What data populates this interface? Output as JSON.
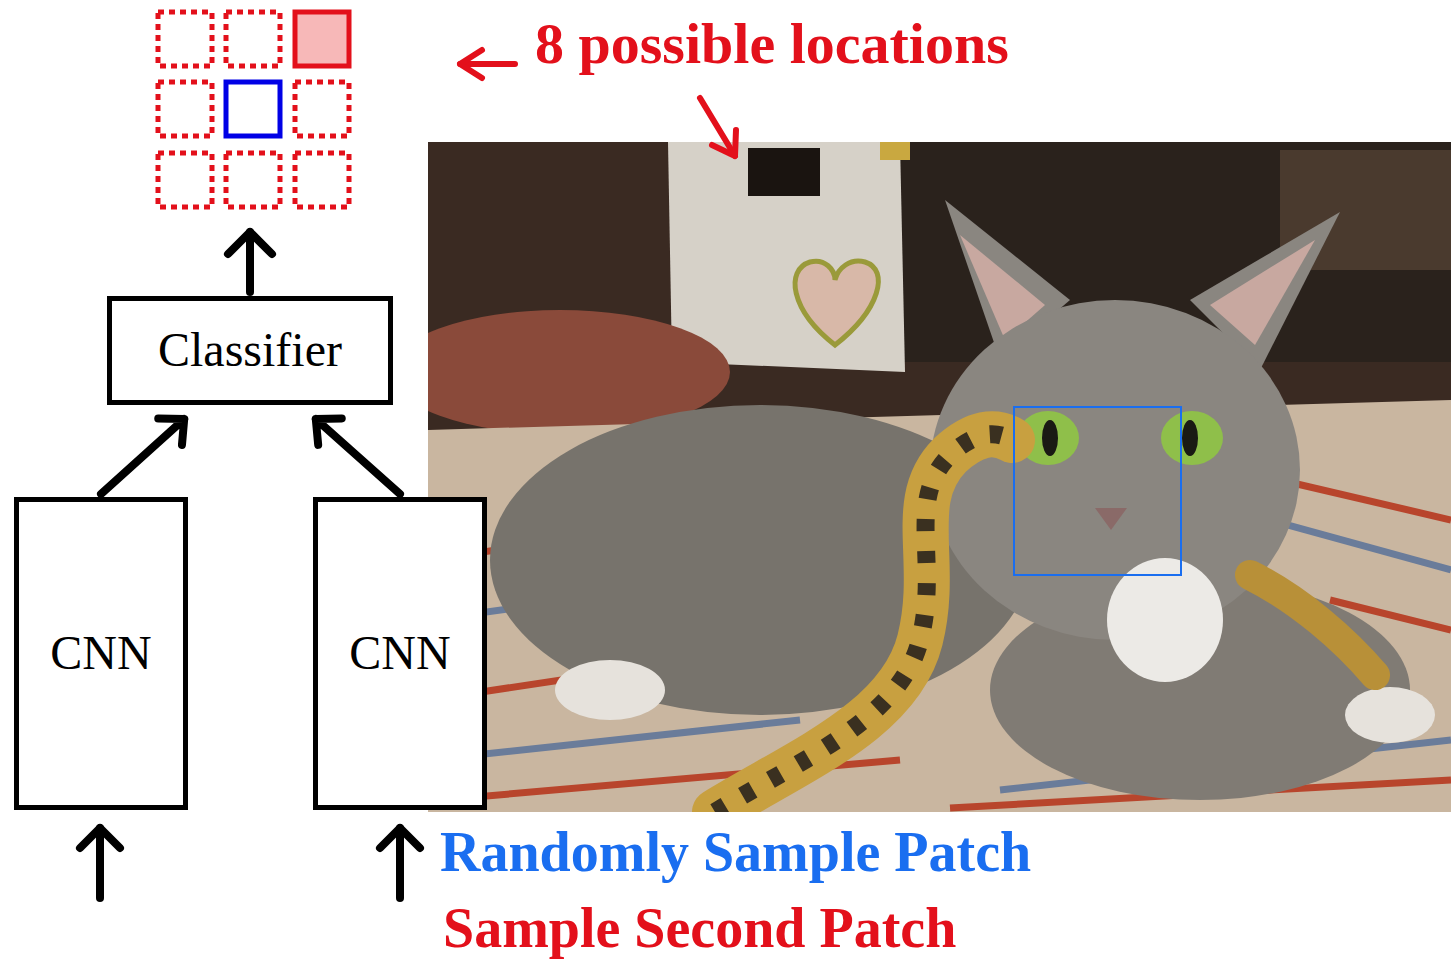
{
  "diagram": {
    "nodes": [
      {
        "text": [
          "Classifier"
        ]
      },
      {
        "text": [
          "CNN"
        ]
      },
      {
        "text": [
          "CNN"
        ]
      }
    ],
    "edges": [
      {
        "from": 1,
        "to": 0,
        "arrow": "to"
      },
      {
        "from": 2,
        "to": 0,
        "arrow": "to"
      }
    ],
    "labels": [
      "8 possible locations",
      "Randomly Sample Patch",
      "Sample Second Patch"
    ]
  }
}
